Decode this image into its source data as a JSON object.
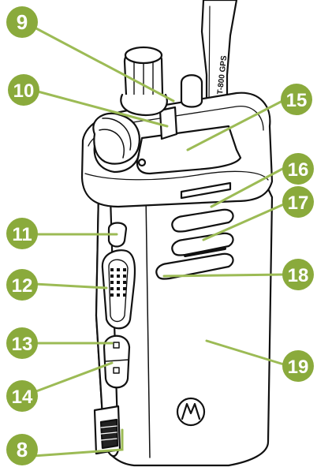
{
  "callouts": [
    {
      "id": "c9",
      "number": "9"
    },
    {
      "id": "c10",
      "number": "10"
    },
    {
      "id": "c15",
      "number": "15"
    },
    {
      "id": "c16",
      "number": "16"
    },
    {
      "id": "c17",
      "number": "17"
    },
    {
      "id": "c11",
      "number": "11"
    },
    {
      "id": "c18",
      "number": "18"
    },
    {
      "id": "c12",
      "number": "12"
    },
    {
      "id": "c13",
      "number": "13"
    },
    {
      "id": "c19",
      "number": "19"
    },
    {
      "id": "c14",
      "number": "14"
    },
    {
      "id": "c8",
      "number": "8"
    }
  ],
  "antenna_text": "T-800 GPS",
  "colors": {
    "callout_fill": "#8aaa3c",
    "leader_line": "#9cbb55",
    "outline": "#111111",
    "body": "#ffffff"
  },
  "icons": [
    "motorola-logo-icon"
  ]
}
